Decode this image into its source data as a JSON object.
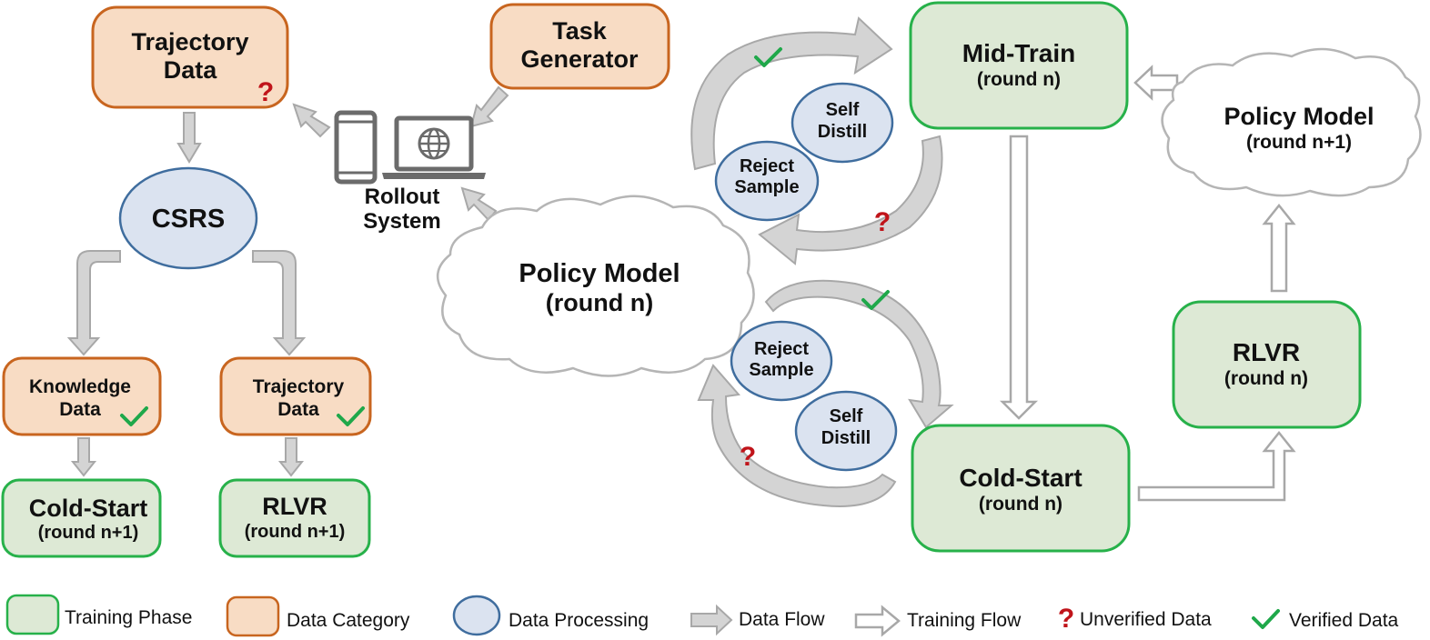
{
  "colors": {
    "training_fill": "#dde9d5",
    "training_stroke": "#27b14a",
    "data_fill": "#f8dcc4",
    "data_stroke": "#c8651f",
    "proc_fill": "#dbe3f0",
    "proc_stroke": "#3f6d9e",
    "data_flow_fill": "#d4d4d4",
    "data_flow_stroke": "#a8a8a8",
    "verified": "#1fa84a",
    "unverified": "#c0141a",
    "device": "#6b6b6b"
  },
  "left": {
    "traj_top": [
      "Trajectory",
      "Data"
    ],
    "csrs": "CSRS",
    "knowledge": [
      "Knowledge",
      "Data"
    ],
    "traj_bottom": [
      "Trajectory",
      "Data"
    ],
    "cold_start": [
      "Cold-Start",
      "(round n+1)"
    ],
    "rlvr": [
      "RLVR",
      "(round n+1)"
    ]
  },
  "center": {
    "task_generator": [
      "Task",
      "Generator"
    ],
    "rollout": [
      "Rollout",
      "System"
    ],
    "policy_model": [
      "Policy Model",
      "(round n)"
    ],
    "reject_top": [
      "Reject",
      "Sample"
    ],
    "self_top": [
      "Self",
      "Distill"
    ],
    "reject_bottom": [
      "Reject",
      "Sample"
    ],
    "self_bottom": [
      "Self",
      "Distill"
    ]
  },
  "right": {
    "mid_train": [
      "Mid-Train",
      "(round n)"
    ],
    "cold_start": [
      "Cold-Start",
      "(round n)"
    ],
    "rlvr": [
      "RLVR",
      "(round n)"
    ],
    "policy_next": [
      "Policy Model",
      "(round n+1)"
    ]
  },
  "marks": {
    "unverified": "?"
  },
  "icons": [
    "phone-icon",
    "laptop-globe-icon",
    "check-icon",
    "question-icon",
    "cloud-icon"
  ],
  "legend": {
    "training_phase": "Training Phase",
    "data_category": "Data Category",
    "data_processing": "Data Processing",
    "data_flow": "Data Flow",
    "training_flow": "Training Flow",
    "unverified_data": "Unverified Data",
    "verified_data": "Verified Data"
  }
}
